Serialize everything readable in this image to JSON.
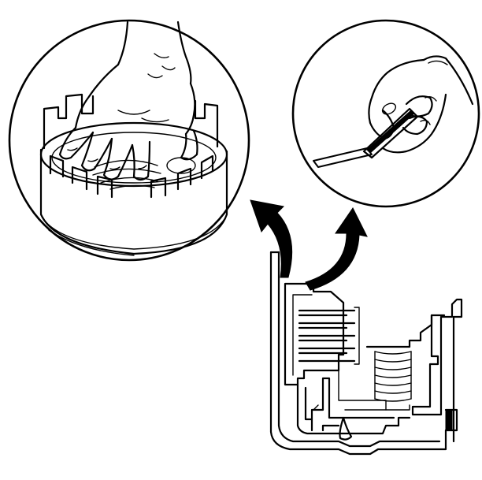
{
  "figure": {
    "colors": {
      "ink": "#000000",
      "paper": "#ffffff"
    },
    "views": [
      {
        "name": "detail-view-hand-on-clutch-housing"
      },
      {
        "name": "detail-view-feeler-gauge"
      },
      {
        "name": "clutch-assembly-cross-section"
      }
    ]
  }
}
